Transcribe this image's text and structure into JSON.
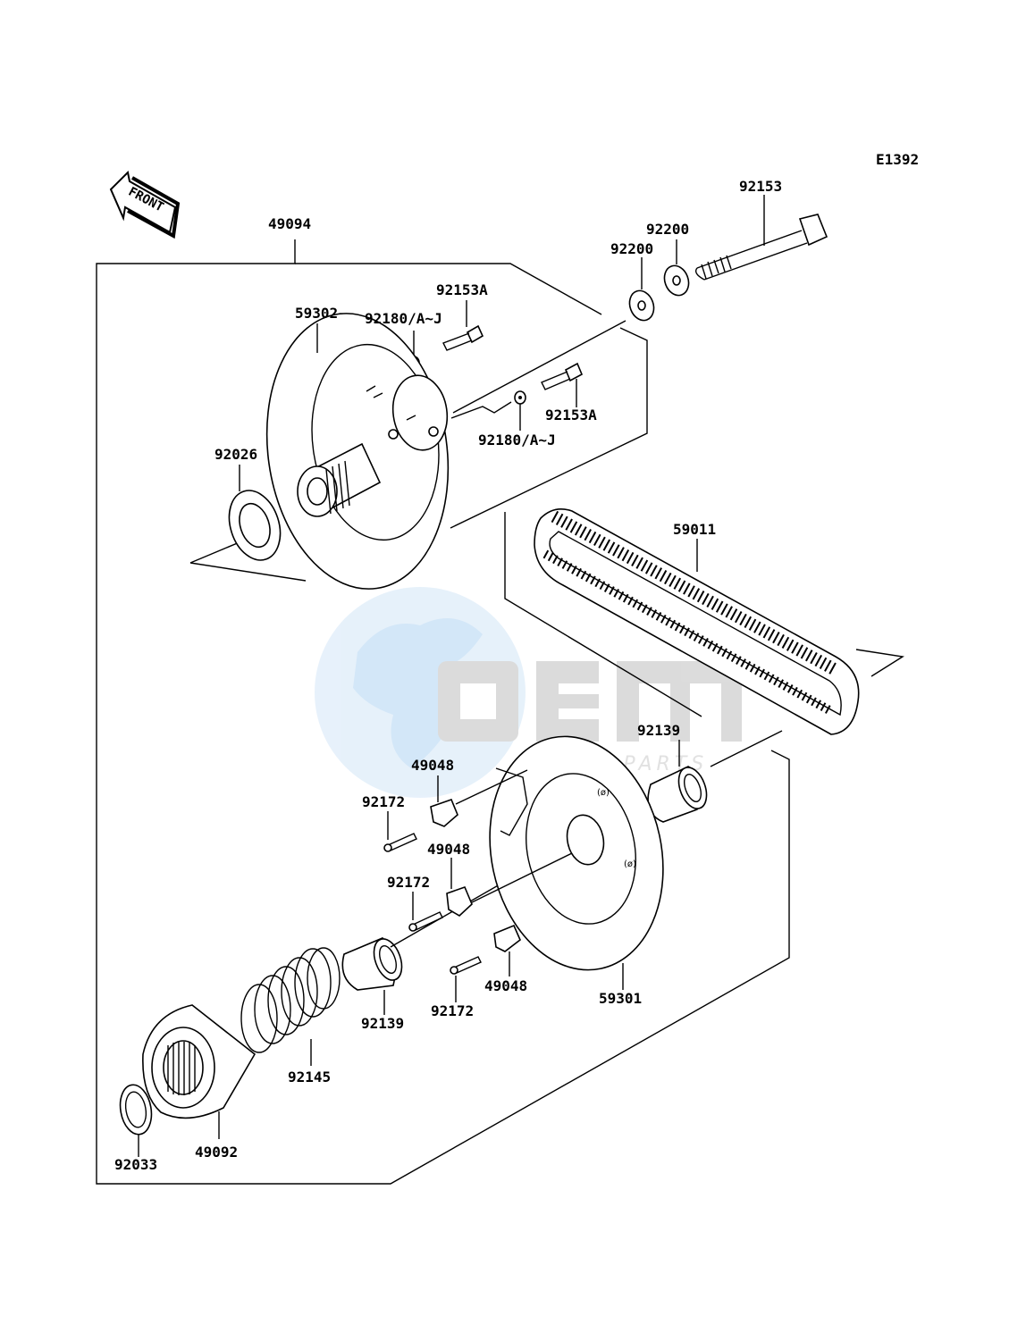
{
  "diagram": {
    "code": "E1392",
    "direction_label": "FRONT",
    "watermark": {
      "brand": "OEM",
      "tagline": "MOTORPARTS"
    },
    "parts": {
      "p92153": "92153",
      "p92200a": "92200",
      "p92200b": "92200",
      "p49094": "49094",
      "p92153a_top": "92153A",
      "p59302": "59302",
      "p92180_top": "92180/A~J",
      "p92153a_mid": "92153A",
      "p92180_mid": "92180/A~J",
      "p92026": "92026",
      "p59011": "59011",
      "p92139_right": "92139",
      "p49048_a": "49048",
      "p92172_a": "92172",
      "p49048_b": "49048",
      "p92172_b": "92172",
      "p49048_c": "49048",
      "p92172_c": "92172",
      "p92139_left": "92139",
      "p59301": "59301",
      "p92145": "92145",
      "p92033": "92033",
      "p49092": "49092"
    }
  }
}
